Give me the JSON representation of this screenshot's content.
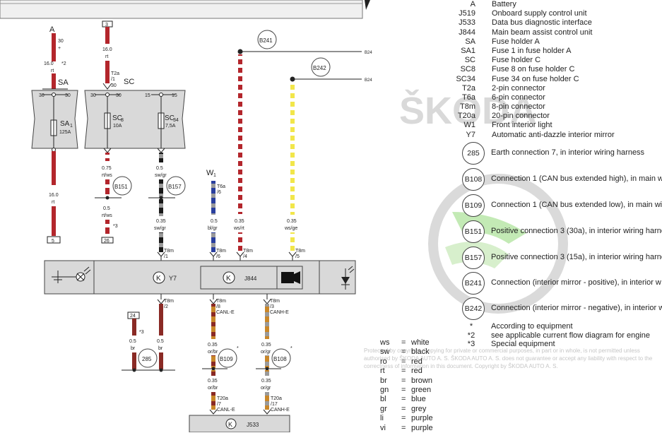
{
  "legend": [
    {
      "code": "A",
      "desc": "Battery"
    },
    {
      "code": "J519",
      "desc": "Onboard supply control unit"
    },
    {
      "code": "J533",
      "desc": "Data bus diagnostic interface"
    },
    {
      "code": "J844",
      "desc": "Main beam assist control unit"
    },
    {
      "code": "SA",
      "desc": "Fuse holder A"
    },
    {
      "code": "SA1",
      "desc": "Fuse 1 in fuse holder A"
    },
    {
      "code": "SC",
      "desc": "Fuse holder C"
    },
    {
      "code": "SC8",
      "desc": "Fuse 8 on fuse holder C"
    },
    {
      "code": "SC34",
      "desc": "Fuse 34 on fuse holder C"
    },
    {
      "code": "T2a",
      "desc": "2-pin connector"
    },
    {
      "code": "T6a",
      "desc": "6-pin connector"
    },
    {
      "code": "T8m",
      "desc": "8-pin connector"
    },
    {
      "code": "T20a",
      "desc": "20-pin connector"
    },
    {
      "code": "W1",
      "desc": "Front interior light"
    },
    {
      "code": "Y7",
      "desc": "Automatic anti-dazzle interior mirror"
    }
  ],
  "connections": [
    {
      "code": "285",
      "desc": "Earth connection 7, in interior wiring harness"
    },
    {
      "code": "B108",
      "desc": "Connection 1 (CAN bus extended high), in main wi"
    },
    {
      "code": "B109",
      "desc": "Connection 1 (CAN bus extended low), in main wi"
    },
    {
      "code": "B151",
      "desc": "Positive connection 3 (30a), in interior wiring harne"
    },
    {
      "code": "B157",
      "desc": "Positive connection 3 (15a), in interior wiring harne"
    },
    {
      "code": "B241",
      "desc": "Connection (interior mirror - positive), in interior w"
    },
    {
      "code": "B242",
      "desc": "Connection (interior mirror - negative), in interior w"
    }
  ],
  "notes": [
    {
      "code": "*",
      "desc": "According to equipment"
    },
    {
      "code": "*2",
      "desc": "see applicable current flow diagram for engine"
    },
    {
      "code": "*3",
      "desc": "Special equipment"
    }
  ],
  "colors": [
    {
      "ab": "ws",
      "nm": "white"
    },
    {
      "ab": "sw",
      "nm": "black"
    },
    {
      "ab": "ro",
      "nm": "red"
    },
    {
      "ab": "rt",
      "nm": "red"
    },
    {
      "ab": "br",
      "nm": "brown"
    },
    {
      "ab": "gn",
      "nm": "green"
    },
    {
      "ab": "bl",
      "nm": "blue"
    },
    {
      "ab": "gr",
      "nm": "grey"
    },
    {
      "ab": "li",
      "nm": "purple"
    },
    {
      "ab": "vi",
      "nm": "purple"
    }
  ],
  "copyright": "Protected by copyright. Copying for private or commercial purposes, in part or in whole, is not permitted unless authorised by ŠKODA AUTO A. S. ŠKODA AUTO A. S. does not guarantee or accept any liability with respect to the correctness of information in this document. Copyright by ŠKODA AUTO A. S.",
  "watermark": "ŠKODA",
  "wire_colors": {
    "red": "#b3262c",
    "black": "#1a1a1a",
    "grey": "#9a9a9a",
    "blue": "#2a3f9e",
    "yellow": "#f2e64a",
    "brown": "#8a2a25",
    "orange": "#c9872a",
    "white": "#ffffff"
  },
  "diagram": {
    "battery_label": "A",
    "battery_pin": "30",
    "battery_plus": "+",
    "wire_a_size": "16.0",
    "wire_a_note": "*2",
    "wire_a_color": "rt",
    "sa_label": "SA",
    "sa_pin_l": "30",
    "sa_pin_r": "30",
    "fuse_sa1_name": "SA",
    "fuse_sa1_sub": "1",
    "fuse_sa1_amp": "125A",
    "wire_bottom_size": "16.0",
    "wire_bottom_color": "rt",
    "term_5": "5",
    "term_3": "3",
    "wire_sc_size": "16.0",
    "wire_sc_color": "rt",
    "t2a_label": "T2a",
    "t2a_pin": "/1",
    "sc_pin_30_top": "30",
    "sc_label": "SC",
    "sc_pin_l": "30",
    "sc_pin_m": "30",
    "sc_pin_15a": "15",
    "sc_pin_15b": "15",
    "fuse_sc8_name": "SC",
    "fuse_sc8_sub": "8",
    "fuse_sc8_amp": "10A",
    "fuse_sc34_name": "SC",
    "fuse_sc34_sub": "34",
    "fuse_sc34_amp": "7,5A",
    "w075_size": "0.75",
    "w075_color": "rt/ws",
    "b151": "B151",
    "w05a_size": "0.5",
    "w05a_color": "rt/ws",
    "w05a_note": "*3",
    "term_26": "26",
    "w05b_size": "0.5",
    "w05b_color": "sw/gr",
    "b157": "B157",
    "w035a_size": "0.35",
    "w035a_color": "sw/gr",
    "w1_label": "W",
    "w1_sub": "1",
    "t6a_label": "T6a",
    "t6a_pin": "/6",
    "w05c_size": "0.5",
    "w05c_color": "bl/gr",
    "b241": "B241",
    "b242": "B242",
    "b824a": "B24",
    "b824b": "B24",
    "w035b_size": "0.35",
    "w035b_color": "ws/rt",
    "w035c_size": "0.35",
    "w035c_color": "ws/ge",
    "pins_top": [
      {
        "label": "T8m",
        "pin": "/1"
      },
      {
        "label": "T8m",
        "pin": "/6"
      },
      {
        "label": "T8m",
        "pin": "/4"
      },
      {
        "label": "T8m",
        "pin": "/5"
      }
    ],
    "y7_label": "Y7",
    "j844_label": "J844",
    "k_symbol": "K",
    "pins_bot": [
      {
        "label": "T8m",
        "pin": "/2"
      },
      {
        "label": "T8m",
        "pin": "/8",
        "sig": "CANL-E"
      },
      {
        "label": "T8m",
        "pin": "/3",
        "sig": "CANH-E"
      }
    ],
    "term_24": "24",
    "w_br1_size": "0.5",
    "w_br1_color": "br",
    "w_br1_note": "*3",
    "w_br2_size": "0.5",
    "w_br2_color": "br",
    "e285": "285",
    "w_orbr1_size": "0.35",
    "w_orbr1_color": "or/br",
    "w_orgr1_size": "0.35",
    "w_orgr1_color": "or/gr",
    "b109": "B109",
    "b108": "B108",
    "star": "*",
    "w_orbr2_size": "0.35",
    "w_orbr2_color": "or/br",
    "w_orgr2_size": "0.35",
    "w_orgr2_color": "or/gr",
    "t20a_l": {
      "label": "T20a",
      "pin": "/7",
      "sig": "CANL-E"
    },
    "t20a_r": {
      "label": "T20a",
      "pin": "/17",
      "sig": "CANH-E"
    },
    "j533_label": "J533"
  }
}
